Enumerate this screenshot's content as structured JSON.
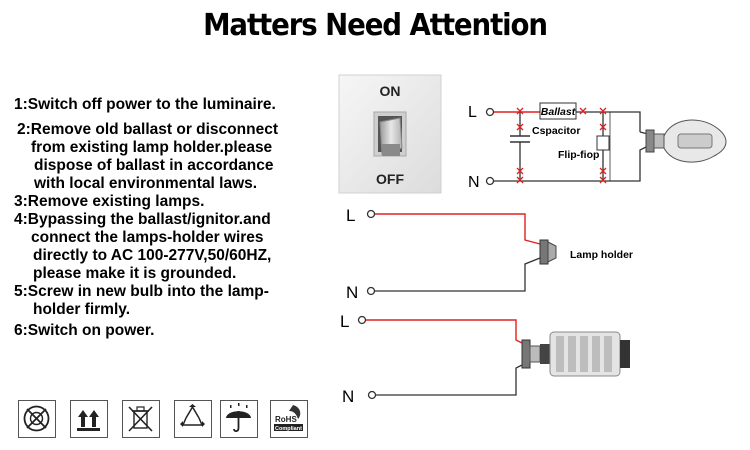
{
  "title": "Matters Need Attention",
  "steps": [
    {
      "lines": [
        "1:Switch off power to the luminaire."
      ]
    },
    {
      "lines": [
        "2:Remove old ballast or disconnect",
        "from existing lamp holder.please",
        "dispose of ballast in accordance",
        "with local environmental laws."
      ]
    },
    {
      "lines": [
        "3:Remove existing lamps."
      ]
    },
    {
      "lines": [
        "4:Bypassing the ballast/ignitor.and",
        "connect the lamps-holder wires",
        "directly to AC 100-277V,50/60HZ,",
        "please make it is grounded."
      ]
    },
    {
      "lines": [
        "5:Screw in new bulb into the lamp-",
        "holder firmly."
      ]
    },
    {
      "lines": [
        "6:Switch on power."
      ]
    }
  ],
  "switch": {
    "on_label": "ON",
    "off_label": "OFF"
  },
  "diagram1": {
    "line_label": "L",
    "neutral_label": "N",
    "ballast_label": "Ballast",
    "capacitor_label": "Cspacitor",
    "flipflop_label": "Flip-fiop"
  },
  "diagram2": {
    "line_label": "L",
    "neutral_label": "N",
    "lamp_holder_label": "Lamp holder"
  },
  "diagram3": {
    "line_label": "L",
    "neutral_label": "N"
  },
  "icons": [
    {
      "name": "no-dimmer-icon"
    },
    {
      "name": "this-way-up-icon"
    },
    {
      "name": "no-trash-bin-icon"
    },
    {
      "name": "recycle-icon"
    },
    {
      "name": "keep-dry-umbrella-icon"
    },
    {
      "name": "rohs-icon",
      "label_top": "RoHS",
      "label_bottom": "Compliant"
    }
  ],
  "colors": {
    "wire_red": "#e02020",
    "wire_black": "#333333",
    "cut_mark": "#e02020"
  }
}
